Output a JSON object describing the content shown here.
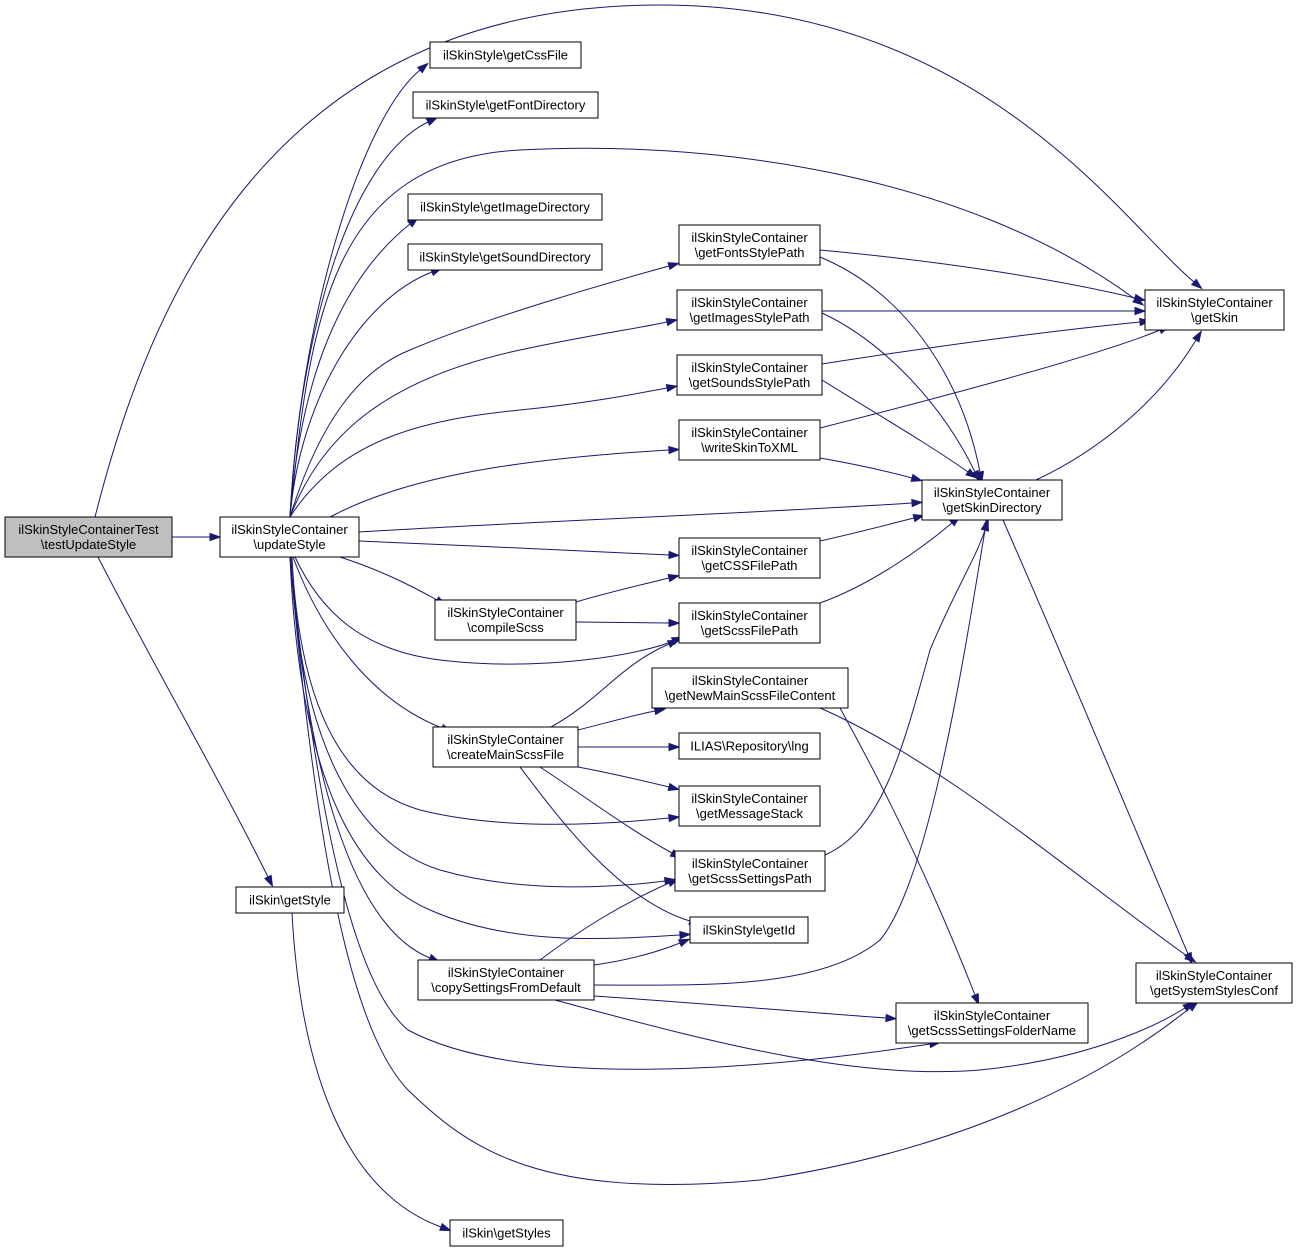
{
  "diagram": {
    "type": "call-graph",
    "colors": {
      "edge": "#191970",
      "node_border": "#000000",
      "root_fill": "#bfbfbf",
      "node_fill": "#ffffff"
    },
    "nodes": {
      "root": {
        "lines": [
          "ilSkinStyleContainerTest",
          "\\testUpdateStyle"
        ]
      },
      "updateStyle": {
        "lines": [
          "ilSkinStyleContainer",
          "\\updateStyle"
        ]
      },
      "getStyle": {
        "lines": [
          "ilSkin\\getStyle"
        ]
      },
      "getStyles": {
        "lines": [
          "ilSkin\\getStyles"
        ]
      },
      "getCssFile": {
        "lines": [
          "ilSkinStyle\\getCssFile"
        ]
      },
      "getFontDirectory": {
        "lines": [
          "ilSkinStyle\\getFontDirectory"
        ]
      },
      "getImageDirectory": {
        "lines": [
          "ilSkinStyle\\getImageDirectory"
        ]
      },
      "getSoundDirectory": {
        "lines": [
          "ilSkinStyle\\getSoundDirectory"
        ]
      },
      "getFontsStylePath": {
        "lines": [
          "ilSkinStyleContainer",
          "\\getFontsStylePath"
        ]
      },
      "getImagesStylePath": {
        "lines": [
          "ilSkinStyleContainer",
          "\\getImagesStylePath"
        ]
      },
      "getSoundsStylePath": {
        "lines": [
          "ilSkinStyleContainer",
          "\\getSoundsStylePath"
        ]
      },
      "writeSkinToXML": {
        "lines": [
          "ilSkinStyleContainer",
          "\\writeSkinToXML"
        ]
      },
      "getCSSFilePath": {
        "lines": [
          "ilSkinStyleContainer",
          "\\getCSSFilePath"
        ]
      },
      "compileScss": {
        "lines": [
          "ilSkinStyleContainer",
          "\\compileScss"
        ]
      },
      "getScssFilePath": {
        "lines": [
          "ilSkinStyleContainer",
          "\\getScssFilePath"
        ]
      },
      "getNewMainScssFileContent": {
        "lines": [
          "ilSkinStyleContainer",
          "\\getNewMainScssFileContent"
        ]
      },
      "createMainScssFile": {
        "lines": [
          "ilSkinStyleContainer",
          "\\createMainScssFile"
        ]
      },
      "lng": {
        "lines": [
          "ILIAS\\Repository\\lng"
        ]
      },
      "getMessageStack": {
        "lines": [
          "ilSkinStyleContainer",
          "\\getMessageStack"
        ]
      },
      "getScssSettingsPath": {
        "lines": [
          "ilSkinStyleContainer",
          "\\getScssSettingsPath"
        ]
      },
      "getId": {
        "lines": [
          "ilSkinStyle\\getId"
        ]
      },
      "copySettingsFromDefault": {
        "lines": [
          "ilSkinStyleContainer",
          "\\copySettingsFromDefault"
        ]
      },
      "getSkin": {
        "lines": [
          "ilSkinStyleContainer",
          "\\getSkin"
        ]
      },
      "getSkinDirectory": {
        "lines": [
          "ilSkinStyleContainer",
          "\\getSkinDirectory"
        ]
      },
      "getSystemStylesConf": {
        "lines": [
          "ilSkinStyleContainer",
          "\\getSystemStylesConf"
        ]
      },
      "getScssSettingsFolderName": {
        "lines": [
          "ilSkinStyleContainer",
          "\\getScssSettingsFolderName"
        ]
      }
    },
    "edges": [
      [
        "root",
        "updateStyle"
      ],
      [
        "root",
        "getStyle"
      ],
      [
        "root",
        "getSkin"
      ],
      [
        "getStyle",
        "getStyles"
      ],
      [
        "updateStyle",
        "getCssFile"
      ],
      [
        "updateStyle",
        "getFontDirectory"
      ],
      [
        "updateStyle",
        "getSkin"
      ],
      [
        "updateStyle",
        "getImageDirectory"
      ],
      [
        "updateStyle",
        "getSoundDirectory"
      ],
      [
        "updateStyle",
        "getFontsStylePath"
      ],
      [
        "updateStyle",
        "getImagesStylePath"
      ],
      [
        "updateStyle",
        "getSoundsStylePath"
      ],
      [
        "updateStyle",
        "writeSkinToXML"
      ],
      [
        "updateStyle",
        "getSkinDirectory"
      ],
      [
        "updateStyle",
        "getCSSFilePath"
      ],
      [
        "updateStyle",
        "compileScss"
      ],
      [
        "updateStyle",
        "getScssFilePath"
      ],
      [
        "updateStyle",
        "createMainScssFile"
      ],
      [
        "updateStyle",
        "getMessageStack"
      ],
      [
        "updateStyle",
        "getScssSettingsPath"
      ],
      [
        "updateStyle",
        "getId"
      ],
      [
        "updateStyle",
        "copySettingsFromDefault"
      ],
      [
        "updateStyle",
        "getScssSettingsFolderName"
      ],
      [
        "updateStyle",
        "getSystemStylesConf"
      ],
      [
        "getFontsStylePath",
        "getSkin"
      ],
      [
        "getFontsStylePath",
        "getSkinDirectory"
      ],
      [
        "getImagesStylePath",
        "getSkin"
      ],
      [
        "getImagesStylePath",
        "getSkinDirectory"
      ],
      [
        "getSoundsStylePath",
        "getSkin"
      ],
      [
        "getSoundsStylePath",
        "getSkinDirectory"
      ],
      [
        "writeSkinToXML",
        "getSkin"
      ],
      [
        "writeSkinToXML",
        "getSkinDirectory"
      ],
      [
        "getCSSFilePath",
        "getSkinDirectory"
      ],
      [
        "getScssFilePath",
        "getSkinDirectory"
      ],
      [
        "compileScss",
        "getCSSFilePath"
      ],
      [
        "compileScss",
        "getScssFilePath"
      ],
      [
        "createMainScssFile",
        "getScssFilePath"
      ],
      [
        "createMainScssFile",
        "getNewMainScssFileContent"
      ],
      [
        "createMainScssFile",
        "lng"
      ],
      [
        "createMainScssFile",
        "getMessageStack"
      ],
      [
        "createMainScssFile",
        "getScssSettingsPath"
      ],
      [
        "createMainScssFile",
        "getId"
      ],
      [
        "getNewMainScssFileContent",
        "getScssSettingsFolderName"
      ],
      [
        "getNewMainScssFileContent",
        "getSystemStylesConf"
      ],
      [
        "getScssSettingsPath",
        "getSkinDirectory"
      ],
      [
        "copySettingsFromDefault",
        "getScssSettingsPath"
      ],
      [
        "copySettingsFromDefault",
        "getId"
      ],
      [
        "copySettingsFromDefault",
        "getSkinDirectory"
      ],
      [
        "copySettingsFromDefault",
        "getScssSettingsFolderName"
      ],
      [
        "copySettingsFromDefault",
        "getSystemStylesConf"
      ],
      [
        "getSkinDirectory",
        "getSkin"
      ],
      [
        "getSkinDirectory",
        "getSystemStylesConf"
      ]
    ]
  }
}
